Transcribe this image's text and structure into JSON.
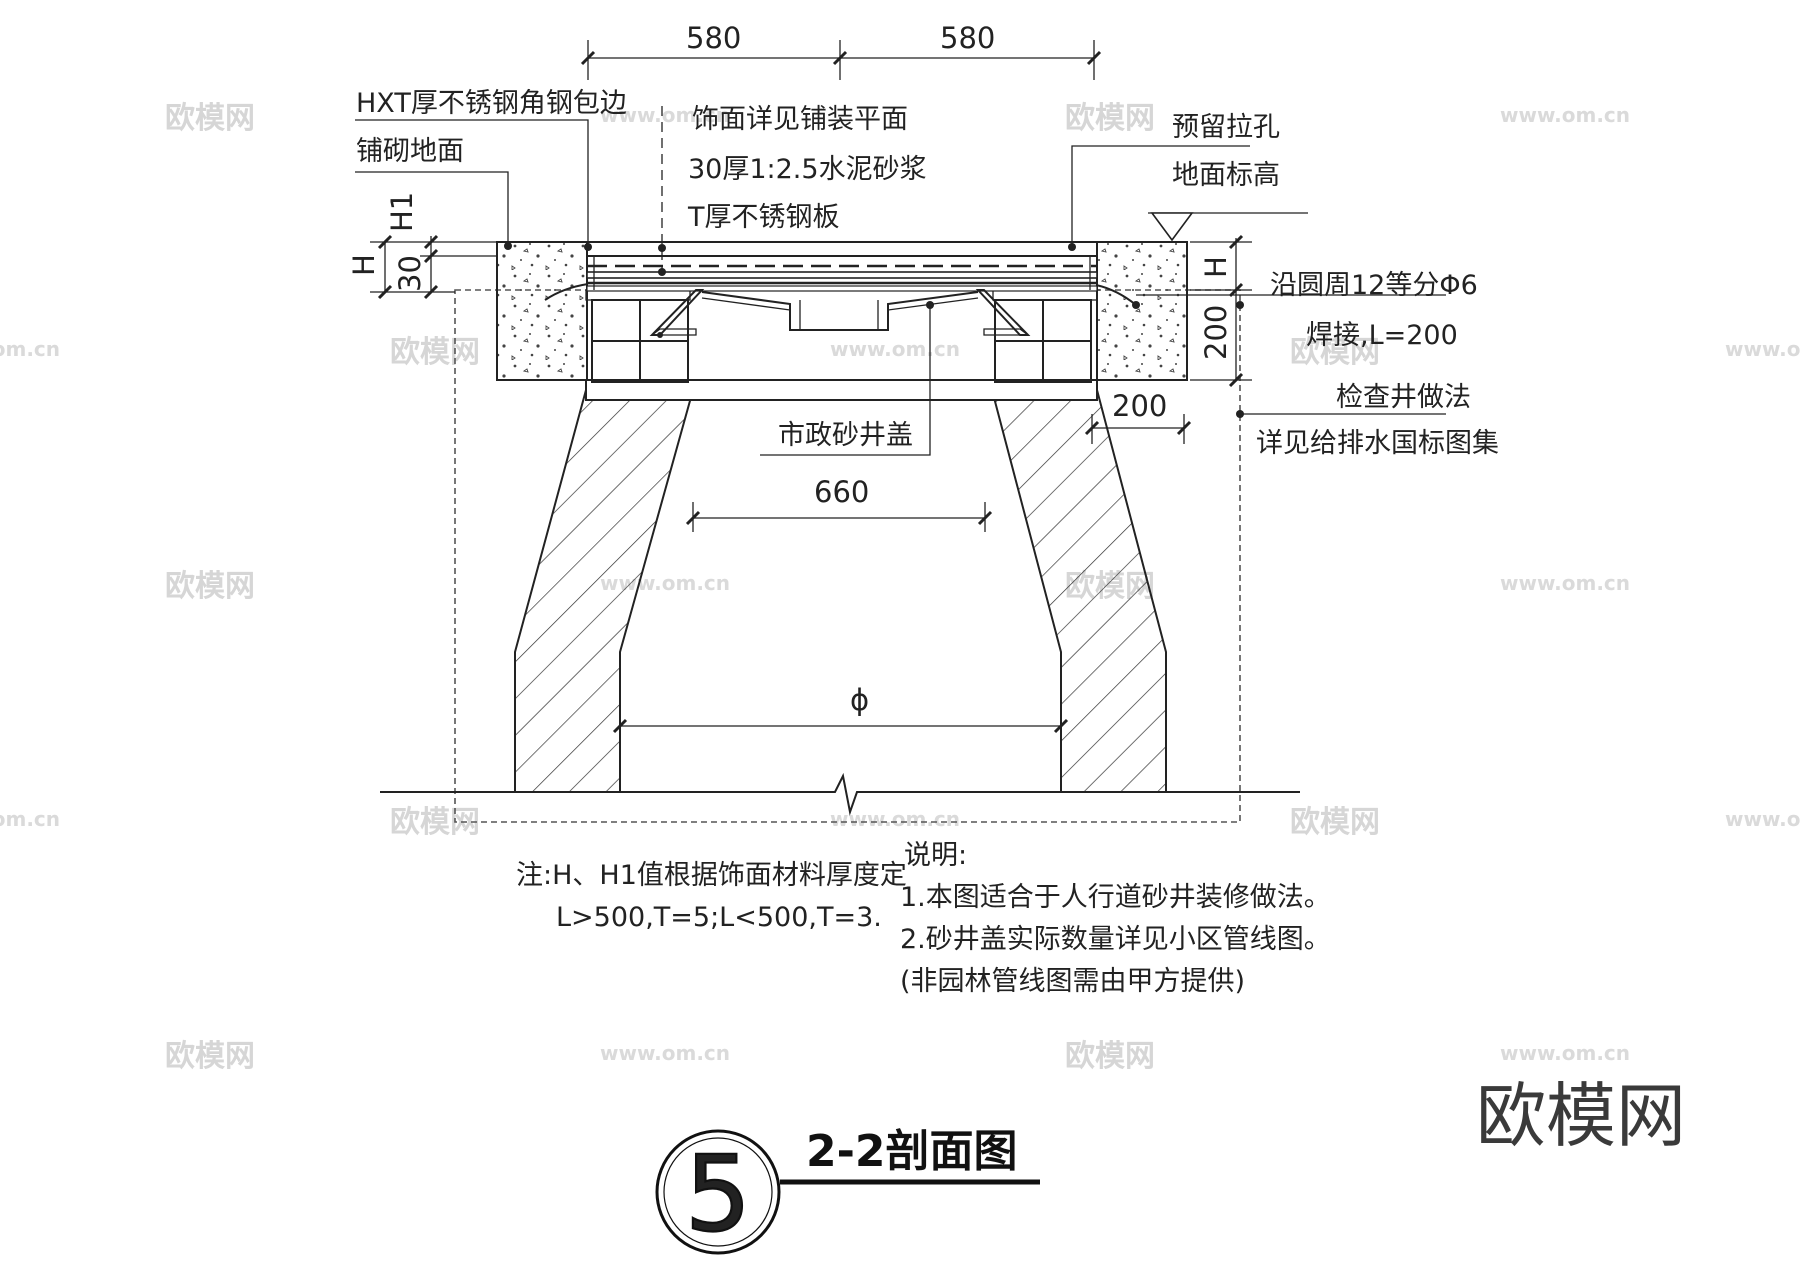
{
  "drawing_title": "2-2剖面图",
  "detail_number": "5",
  "brand": "欧模网",
  "watermark": {
    "logo": "欧模网",
    "url": "www.om.cn"
  },
  "dimensions": {
    "top_left": "580",
    "top_right": "580",
    "inner_width": "660",
    "diameter": "ϕ",
    "right_height": "200",
    "right_offset": "200",
    "left_h": "H",
    "left_h1": "H1",
    "left_30": "30",
    "right_h": "H"
  },
  "labels": {
    "angle_steel": "HXT厚不锈钢角钢包边",
    "paved_ground": "铺砌地面",
    "finish_ref": "饰面详见铺装平面",
    "mortar": "30厚1:2.5水泥砂浆",
    "steel_plate": "T厚不锈钢板",
    "pull_hole": "预留拉孔",
    "ground_elev": "地面标高",
    "rebar_1": "沿圆周12等分Φ6",
    "rebar_2": "焊接,L=200",
    "manhole_1": "检查井做法",
    "manhole_2": "详见给排水国标图集",
    "cover": "市政砂井盖"
  },
  "notes": {
    "note_1": "注:H、H1值根据饰面材料厚度定",
    "note_2": "L>500,T=5;L<500,T=3.",
    "explain_title": "说明:",
    "explain_1": "1.本图适合于人行道砂井装修做法。",
    "explain_2": "2.砂井盖实际数量详见小区管线图。",
    "explain_3": "(非园林管线图需由甲方提供)"
  }
}
